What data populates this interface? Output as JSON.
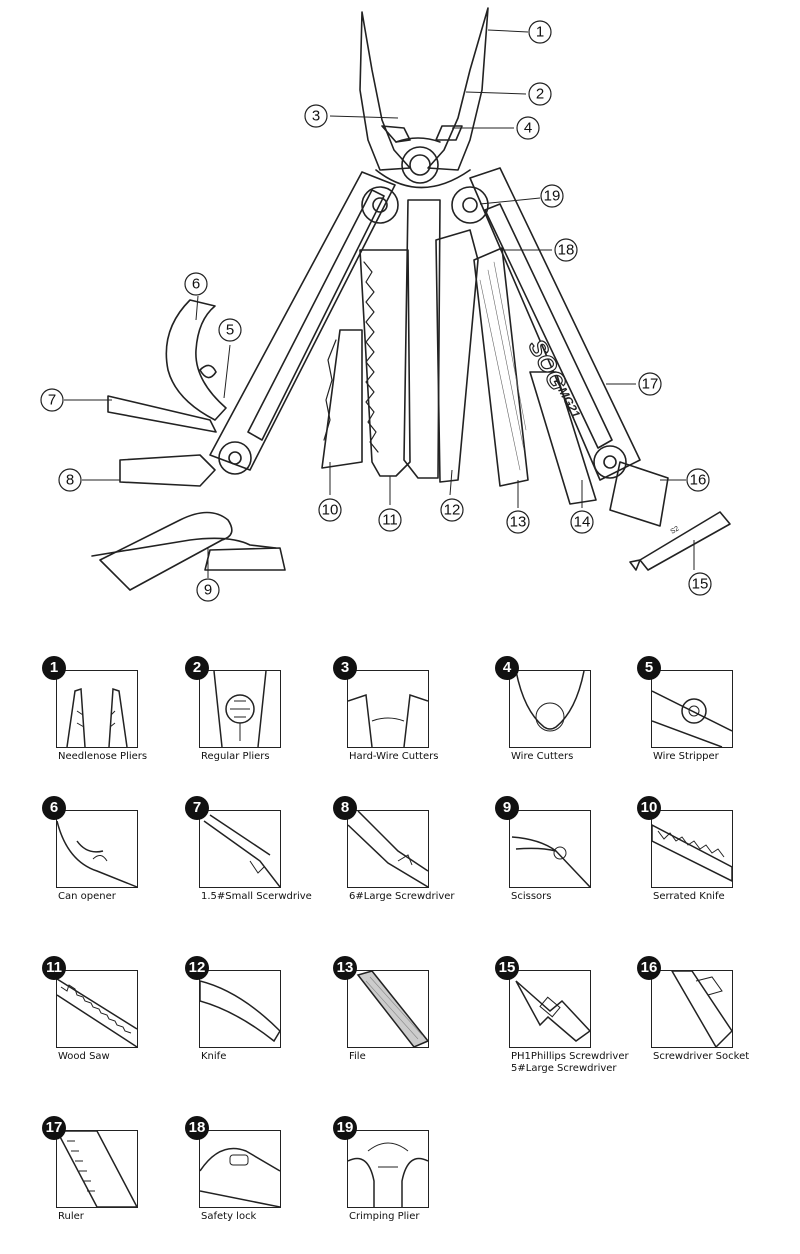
{
  "diagram": {
    "brand_logo": "SOG",
    "model_text": "MG21",
    "bit_text": "S2",
    "callouts": [
      "1",
      "2",
      "3",
      "4",
      "5",
      "6",
      "7",
      "8",
      "9",
      "10",
      "11",
      "12",
      "13",
      "14",
      "15",
      "16",
      "17",
      "18",
      "19"
    ]
  },
  "legend": [
    {
      "num": "1",
      "label": "Needlenose Pliers"
    },
    {
      "num": "2",
      "label": "Regular Pliers"
    },
    {
      "num": "3",
      "label": "Hard-Wire Cutters"
    },
    {
      "num": "4",
      "label": "Wire   Cutters"
    },
    {
      "num": "5",
      "label": "Wire Stripper"
    },
    {
      "num": "6",
      "label": "Can opener"
    },
    {
      "num": "7",
      "label": "1.5#Small Scerwdrive"
    },
    {
      "num": "8",
      "label": "6#Large Screwdriver"
    },
    {
      "num": "9",
      "label": "Scissors"
    },
    {
      "num": "10",
      "label": "Serrated Knife"
    },
    {
      "num": "11",
      "label": "Wood Saw"
    },
    {
      "num": "12",
      "label": "Knife"
    },
    {
      "num": "13",
      "label": "File"
    },
    {
      "num": "15",
      "label": "PH1Phillips Screwdriver\n5#Large Screwdriver"
    },
    {
      "num": "16",
      "label": "Screwdriver Socket"
    },
    {
      "num": "17",
      "label": "Ruler"
    },
    {
      "num": "18",
      "label": "Safety lock"
    },
    {
      "num": "19",
      "label": "Crimping Plier"
    }
  ]
}
